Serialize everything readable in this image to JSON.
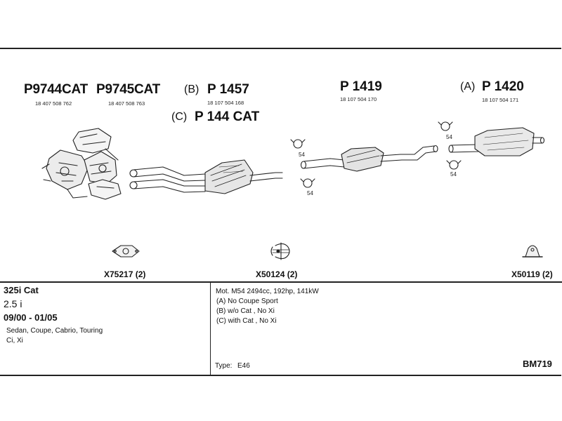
{
  "parts": {
    "p9744": {
      "code": "P9744CAT",
      "number": "18 407 508 762"
    },
    "p9745": {
      "code": "P9745CAT",
      "number": "18 407 508 763"
    },
    "p1457": {
      "prefix": "(B)",
      "code": "P 1457",
      "number": "18 107 504 168"
    },
    "p144": {
      "prefix": "(C)",
      "code": "P 144 CAT"
    },
    "p1419": {
      "code": "P 1419",
      "number": "18 107 504 170"
    },
    "p1420": {
      "prefix": "(A)",
      "code": "P 1420",
      "number": "18 107 504 171"
    }
  },
  "clamp_marks": [
    "54",
    "54",
    "54",
    "54"
  ],
  "accessories": [
    {
      "code": "X75217 (2)",
      "icon": "gasket-icon"
    },
    {
      "code": "X50124 (2)",
      "icon": "clamp-icon"
    },
    {
      "code": "X50119 (2)",
      "icon": "hanger-icon"
    }
  ],
  "vehicle": {
    "model": "325i Cat",
    "engine": "2.5 i",
    "years": "09/00 - 01/05",
    "bodies": "Sedan, Coupe, Cabrio, Touring",
    "trim": "Ci, Xi"
  },
  "notes": {
    "motor": "Mot. M54 2494cc, 192hp, 141kW",
    "a": "(A) No Coupe Sport",
    "b": "(B) w/o Cat , No Xi",
    "c": "(C) with Cat , No Xi",
    "type_label": "Type:",
    "type_value": "E46"
  },
  "diagram_code": "BM719"
}
